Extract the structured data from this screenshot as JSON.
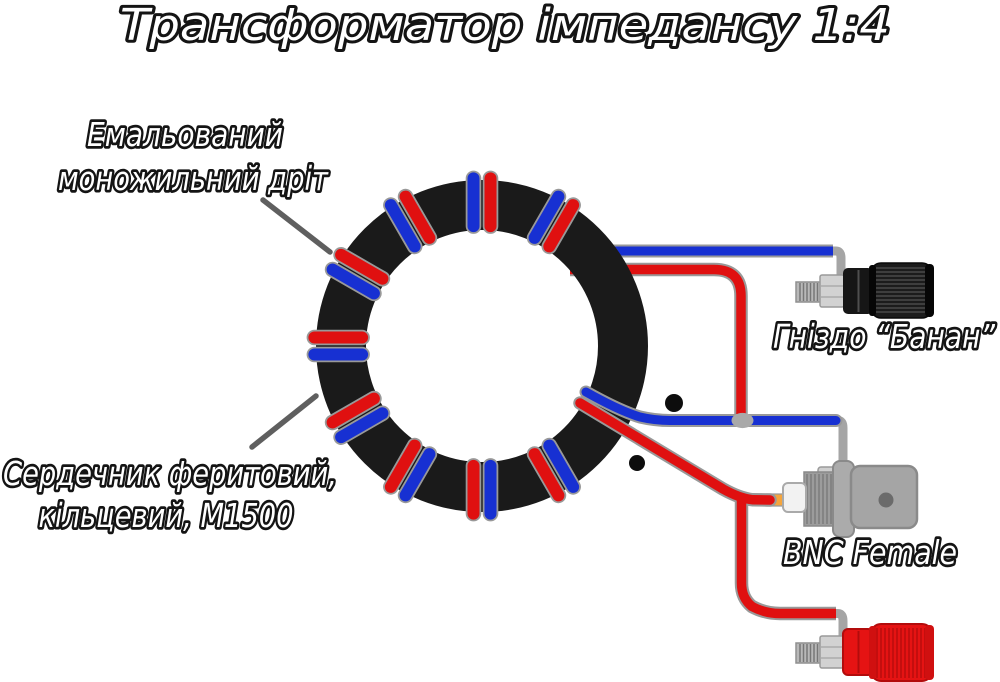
{
  "title": "Трансформатор імпедансу 1:4",
  "labels": {
    "wire": {
      "line1": "Емальований",
      "line2": "моножильний дріт"
    },
    "core": {
      "line1": "Сердечник феритовий,",
      "line2": "кільцевий, М1500"
    },
    "banana_socket": "Гніздо “Банан”",
    "bnc_socket": "BNC Female"
  },
  "colors": {
    "wire_red": "#e01010",
    "wire_blue": "#1730d2",
    "core_black": "#1a1a1a",
    "outline_gray": "#999999",
    "junction_gray": "#a9a9a9",
    "pin_orange": "#f5a53d",
    "metal_gray": "#ababab",
    "metal_light": "#d2d2d2",
    "banana_black": "#161616",
    "banana_red": "#e51313",
    "leader_gray": "#5f5f5f",
    "text_fill": "#ffffff",
    "text_stroke": "#141414"
  },
  "diagram": {
    "winding_angles_deg": [
      0,
      30,
      -30,
      -60,
      -90,
      -120,
      -150,
      150,
      180
    ],
    "winding_pairs_visible": 10,
    "impedance_ratio": "1:4"
  }
}
